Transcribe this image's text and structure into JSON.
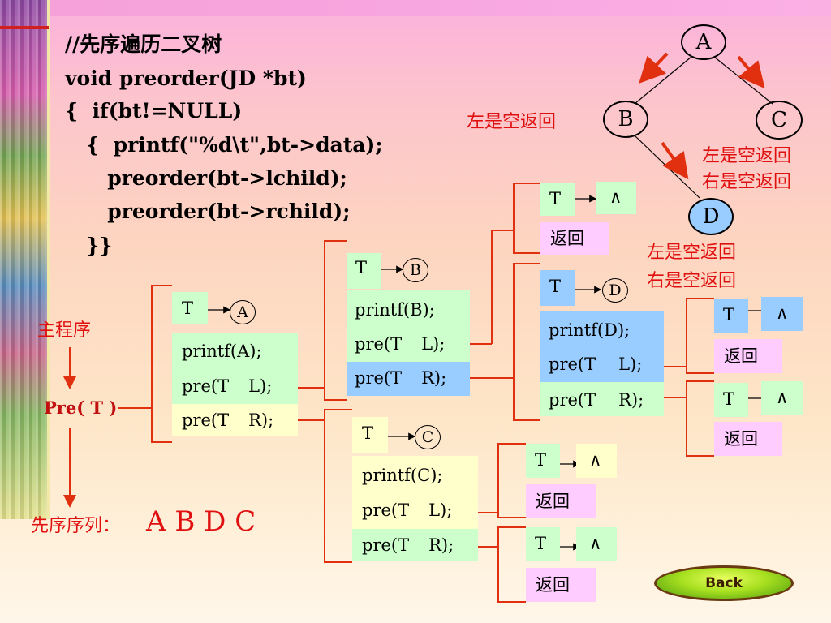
{
  "code": {
    "line1": "//先序遍历二叉树",
    "line2": "void preorder(JD *bt)",
    "line3": "{  if(bt!=NULL)",
    "line4": "   {  printf(\"%d\\t\",bt->data);",
    "line5": "      preorder(bt->lchild);",
    "line6": "      preorder(bt->rchild);",
    "line7": "   }}"
  },
  "tree": {
    "nodes": [
      "A",
      "B",
      "C",
      "D"
    ],
    "note_b": "左是空返回",
    "note_c1": "左是空返回",
    "note_c2": "右是空返回",
    "note_d1": "左是空返回",
    "note_d2": "右是空返回"
  },
  "main": {
    "label": "主程序",
    "call": "Pre( T )",
    "seq_label": "先序序列：",
    "seq_value": "A  B   D  C"
  },
  "frames": {
    "t": "T",
    "null_sym": "∧",
    "ret": "返回",
    "printf_a": "printf(A);",
    "printf_b": "printf(B);",
    "printf_c": "printf(C);",
    "printf_d": "printf(D);",
    "pre_l_1": "pre(T",
    "pre_l_2": "L);",
    "pre_r_1": "pre(T",
    "pre_r_2": "R);",
    "nodes": {
      "a": "A",
      "b": "B",
      "c": "C",
      "d": "D"
    }
  },
  "button": {
    "back": "Back"
  },
  "colors": {
    "bracket": "#e03010",
    "arrow": "#e03010",
    "text_red": "#e01010"
  }
}
